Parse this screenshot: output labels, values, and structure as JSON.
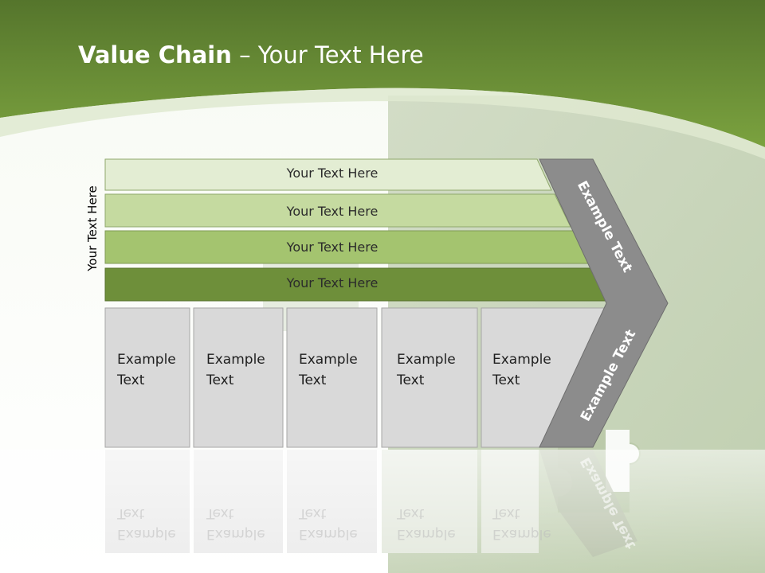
{
  "slide": {
    "title_bold": "Value Chain",
    "title_rest": " – Your Text Here",
    "side_label": "Your Text Here",
    "bars": [
      {
        "label": "Your Text Here"
      },
      {
        "label": "Your Text Here"
      },
      {
        "label": "Your Text Here"
      },
      {
        "label": "Your Text Here"
      }
    ],
    "boxes": [
      {
        "line1": "Example",
        "line2": "Text"
      },
      {
        "line1": "Example",
        "line2": "Text"
      },
      {
        "line1": "Example",
        "line2": "Text"
      },
      {
        "line1": "Example",
        "line2": "Text"
      },
      {
        "line1": "Example",
        "line2": "Text"
      }
    ],
    "chevron_top": "Example Text",
    "chevron_bottom": "Example Text"
  },
  "colors": {
    "header_green": "#6f9a3c",
    "header_dark": "#5a7d2e",
    "bar1": "#e3edd3",
    "bar2": "#c5daa0",
    "bar3": "#a4c46f",
    "bar4": "#6e8f3a",
    "box_gray": "#d9d9d9",
    "chevron_gray": "#8c8c8c",
    "right_panel": "#c9d6bd"
  }
}
